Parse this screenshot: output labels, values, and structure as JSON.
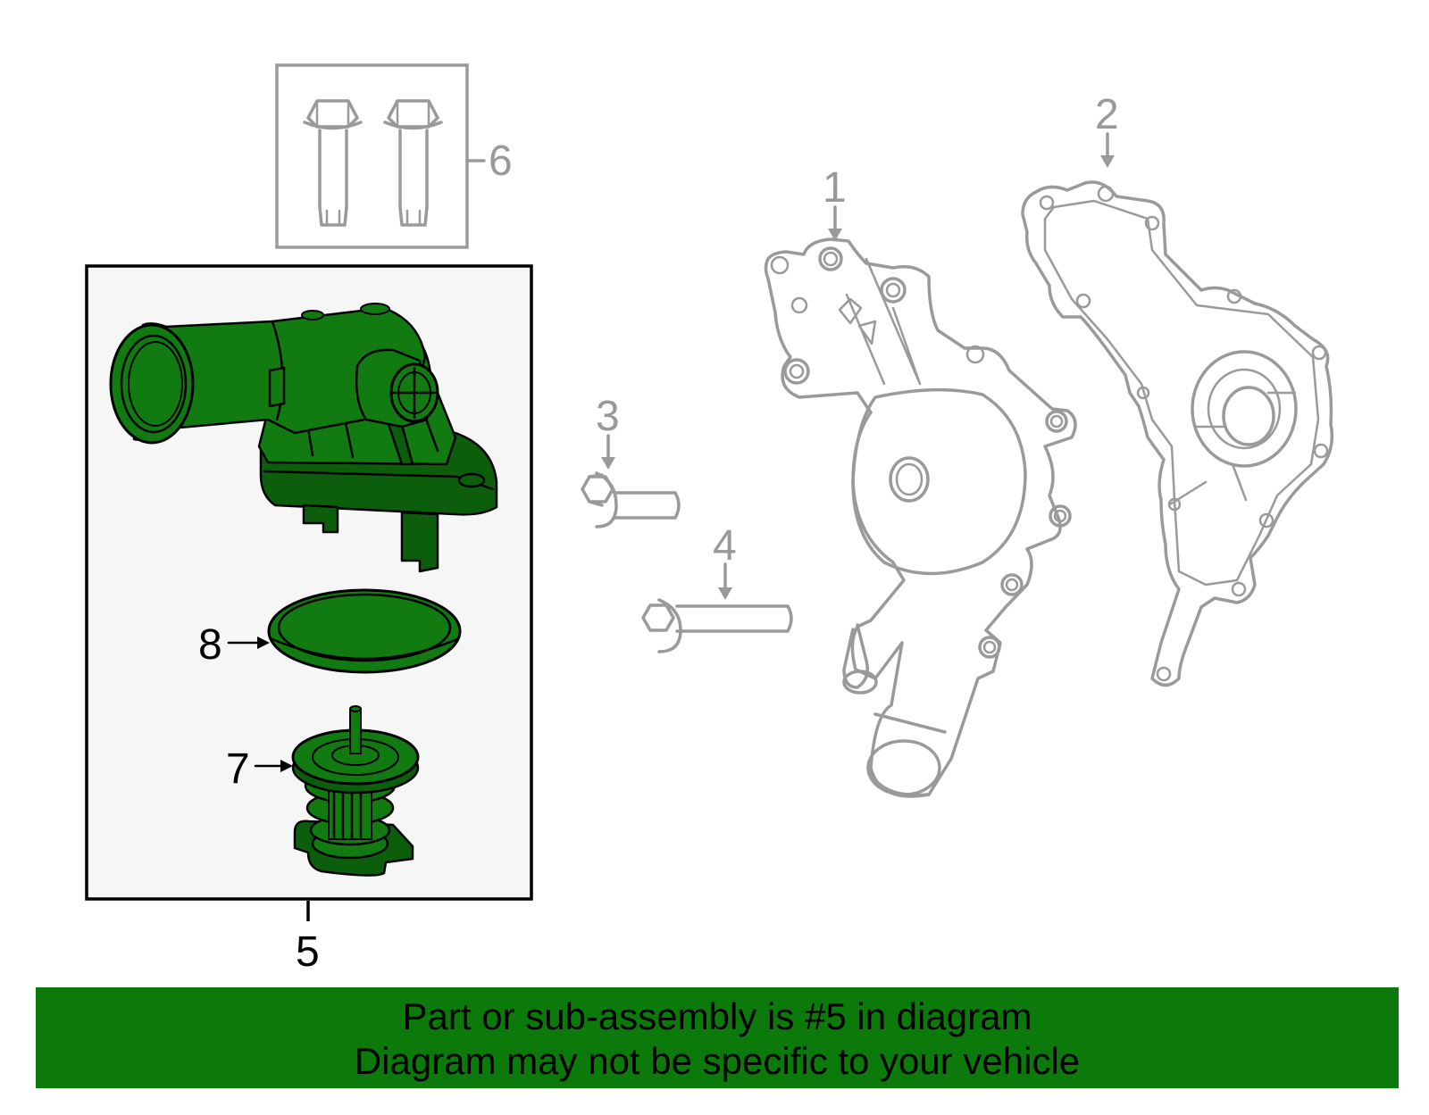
{
  "callouts": {
    "c1": "1",
    "c2": "2",
    "c3": "3",
    "c4": "4",
    "c5": "5",
    "c6": "6",
    "c7": "7",
    "c8": "8"
  },
  "banner": {
    "line1": "Part or sub-assembly is #5 in diagram",
    "line2": "Diagram may not be specific to your vehicle"
  },
  "colors": {
    "highlight_green": "#117a11",
    "banner_green": "#0b7a0b",
    "other_parts_gray": "#9a9a9a",
    "assembly_box_fill": "#f6f6f6"
  }
}
